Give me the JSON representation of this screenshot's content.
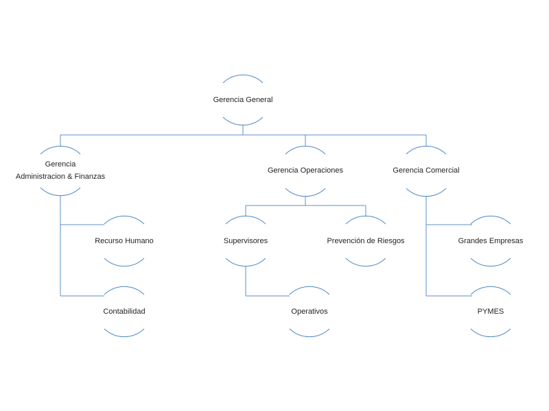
{
  "org_chart": {
    "line_color": "#5b8fc7",
    "arc_color": "#4f87c2",
    "text_color": "#1f1f1f",
    "nodes": {
      "gerencia_general": {
        "label": "Gerencia General"
      },
      "gerencia_admin": {
        "label_line1": "Gerencia",
        "label_line2": "Administracion & Finanzas"
      },
      "gerencia_operaciones": {
        "label": "Gerencia Operaciones"
      },
      "gerencia_comercial": {
        "label": "Gerencia Comercial"
      },
      "recurso_humano": {
        "label": "Recurso Humano"
      },
      "contabilidad": {
        "label": "Contabilidad"
      },
      "supervisores": {
        "label": "Supervisores"
      },
      "prevencion_riesgos": {
        "label": "Prevención de Riesgos"
      },
      "operativos": {
        "label": "Operativos"
      },
      "grandes_empresas": {
        "label": "Grandes Empresas"
      },
      "pymes": {
        "label": "PYMES"
      }
    }
  }
}
